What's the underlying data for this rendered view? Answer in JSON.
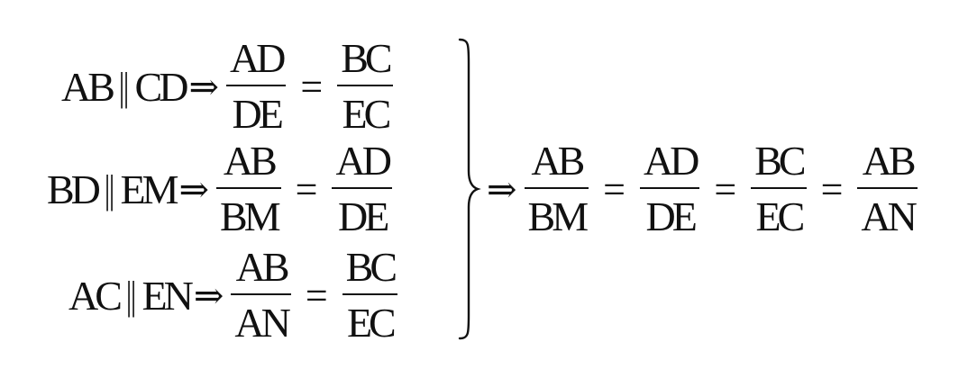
{
  "symbols": {
    "parallel": "||",
    "implies": "⇒",
    "equals": "="
  },
  "rows": [
    {
      "left": "AB",
      "right": "CD",
      "frac1": {
        "num": "AD",
        "den": "DE"
      },
      "frac2": {
        "num": "BC",
        "den": "EC"
      }
    },
    {
      "left": "BD",
      "right": "EM",
      "frac1": {
        "num": "AB",
        "den": "BM"
      },
      "frac2": {
        "num": "AD",
        "den": "DE"
      }
    },
    {
      "left": "AC",
      "right": "EN",
      "frac1": {
        "num": "AB",
        "den": "AN"
      },
      "frac2": {
        "num": "BC",
        "den": "EC"
      }
    }
  ],
  "result": {
    "fractions": [
      {
        "num": "AB",
        "den": "BM"
      },
      {
        "num": "AD",
        "den": "DE"
      },
      {
        "num": "BC",
        "den": "EC"
      },
      {
        "num": "AB",
        "den": "AN"
      }
    ]
  }
}
